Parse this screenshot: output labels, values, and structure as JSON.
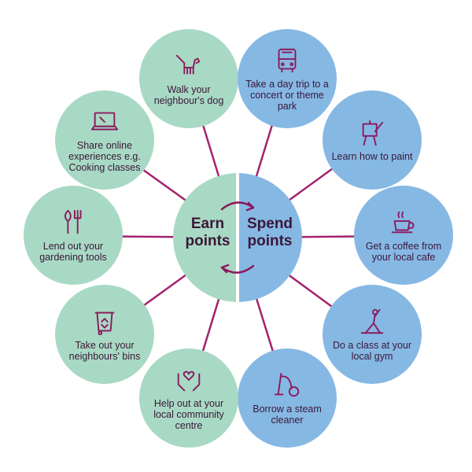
{
  "center": {
    "earn_label": "Earn points",
    "spend_label": "Spend points"
  },
  "nodes": [
    {
      "id": "walk-dog",
      "group": "earn",
      "label": "Walk your neighbour's dog",
      "icon": "dog-icon"
    },
    {
      "id": "day-trip",
      "group": "spend",
      "label": "Take a day trip to a concert or theme park",
      "icon": "bus-icon"
    },
    {
      "id": "paint",
      "group": "spend",
      "label": "Learn how to paint",
      "icon": "easel-icon"
    },
    {
      "id": "coffee",
      "group": "spend",
      "label": "Get a coffee from your local cafe",
      "icon": "coffee-cup-icon"
    },
    {
      "id": "gym",
      "group": "spend",
      "label": "Do a class at your local gym",
      "icon": "yoga-icon"
    },
    {
      "id": "steam-cleaner",
      "group": "spend",
      "label": "Borrow a steam cleaner",
      "icon": "vacuum-icon"
    },
    {
      "id": "community",
      "group": "earn",
      "label": "Help out at your local community centre",
      "icon": "heart-hands-icon"
    },
    {
      "id": "bins",
      "group": "earn",
      "label": "Take out your neighbours' bins",
      "icon": "recycle-bin-icon"
    },
    {
      "id": "gardening",
      "group": "earn",
      "label": "Lend out your gardening tools",
      "icon": "garden-tools-icon"
    },
    {
      "id": "online",
      "group": "earn",
      "label": "Share online experiences e.g. Cooking classes",
      "icon": "laptop-icon"
    }
  ],
  "colors": {
    "earn": "#a8d9c4",
    "spend": "#86b8e4",
    "connector": "#a3226e",
    "text": "#3a1738",
    "icon_stroke": "#8a1a5c"
  }
}
